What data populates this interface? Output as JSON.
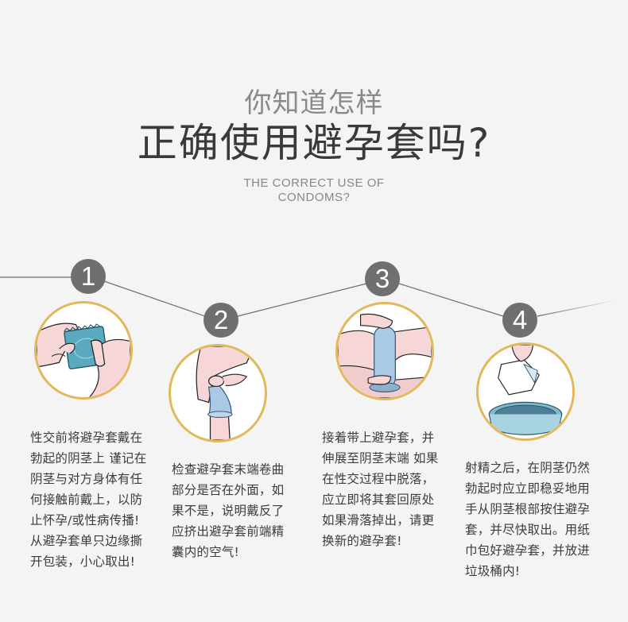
{
  "header": {
    "subtitle_cn": "你知道怎样",
    "title_cn": "正确使用避孕套吗?",
    "title_en_line1": "THE CORRECT USE OF",
    "title_en_line2": "CONDOMS?"
  },
  "colors": {
    "background": "#f4f4f4",
    "badge": "#6f6f6f",
    "circle_border": "#e2b95a",
    "connector_line": "#6f6f6f",
    "condom_blue": "#5aa9bf",
    "skin_pink": "#f6d6d6"
  },
  "steps": [
    {
      "number": "1",
      "illustration": "hands-opening-condom-wrapper",
      "lines": [
        "性交前将避孕套戴在",
        "勃起的阴茎上 谨记在",
        "阴茎与对方身体有任",
        "何接触前戴上，以防",
        "止怀孕/或性病传播!",
        "从避孕套单只边缘撕",
        "开包装，小心取出!"
      ]
    },
    {
      "number": "2",
      "illustration": "pinching-condom-tip",
      "lines": [
        "检查避孕套末端卷曲",
        "部分是否在外面，如",
        "果不是，说明戴反了",
        "应挤出避孕套前端精",
        "囊内的空气!"
      ]
    },
    {
      "number": "3",
      "illustration": "rolling-condom-down",
      "lines": [
        "接着带上避孕套，并",
        "伸展至阴茎末端 如果",
        "在性交过程中脱落，",
        "应立即将其套回原处",
        "如果滑落掉出，请更",
        "换新的避孕套!"
      ]
    },
    {
      "number": "4",
      "illustration": "disposing-condom-in-bin",
      "lines": [
        "射精之后，在阴茎仍然",
        "勃起时应立即稳妥地用",
        "手从阴茎根部按住避孕",
        "套，并尽快取出。用纸",
        "巾包好避孕套，并放进",
        "垃圾桶内!"
      ]
    }
  ]
}
